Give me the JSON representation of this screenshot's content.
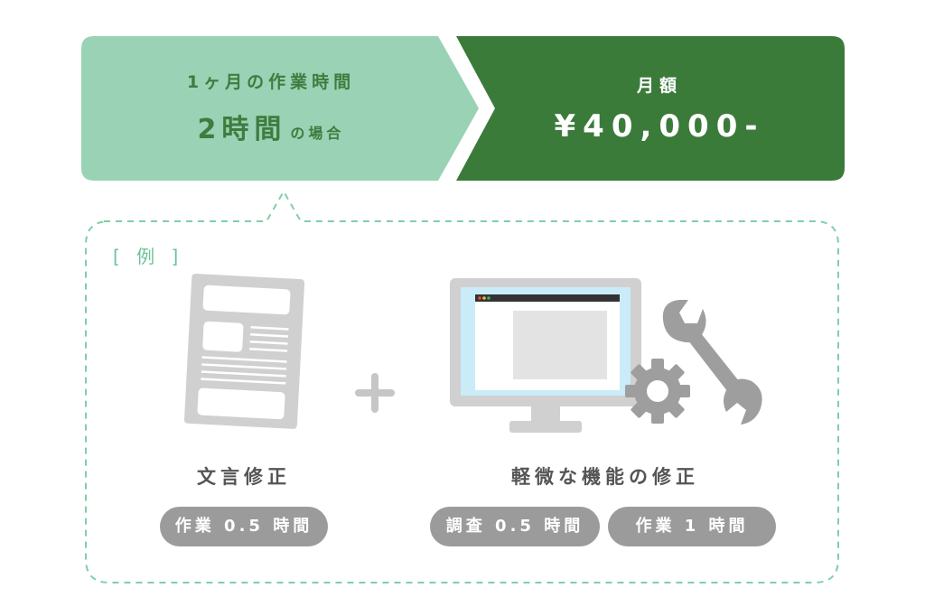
{
  "banner": {
    "left_line1": "1ヶ月の作業時間",
    "left_big": "2時間",
    "left_small": "の場合",
    "right_label": "月額",
    "right_price": "¥40,000-"
  },
  "example": {
    "label": "[ 例 ]",
    "items": [
      {
        "caption": "文言修正",
        "tags": [
          "作業 0.5 時間"
        ]
      },
      {
        "caption": "軽微な機能の修正",
        "tags": [
          "調査 0.5 時間",
          "作業 1 時間"
        ]
      }
    ],
    "plus_icon": "plus-icon",
    "icons": [
      "document-icon",
      "monitor-icon",
      "gear-icon",
      "wrench-icon"
    ]
  },
  "colors": {
    "light_green": "#99d2b4",
    "dark_green": "#3b7b3a",
    "dashed_green": "#7fcfa8",
    "gray_icon": "#d0d0d0",
    "monitor_screen": "#c9ecf8",
    "pill_gray": "#9b9b9b"
  }
}
